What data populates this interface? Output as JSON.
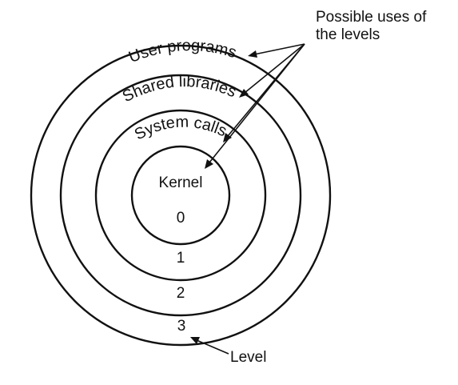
{
  "diagram": {
    "rings": [
      {
        "level": "0",
        "label": "Kernel"
      },
      {
        "level": "1",
        "label": "System calls"
      },
      {
        "level": "2",
        "label": "Shared libraries"
      },
      {
        "level": "3",
        "label": "User programs"
      }
    ],
    "annotations": {
      "uses_line1": "Possible uses of",
      "uses_line2": "the levels",
      "level": "Level"
    }
  }
}
